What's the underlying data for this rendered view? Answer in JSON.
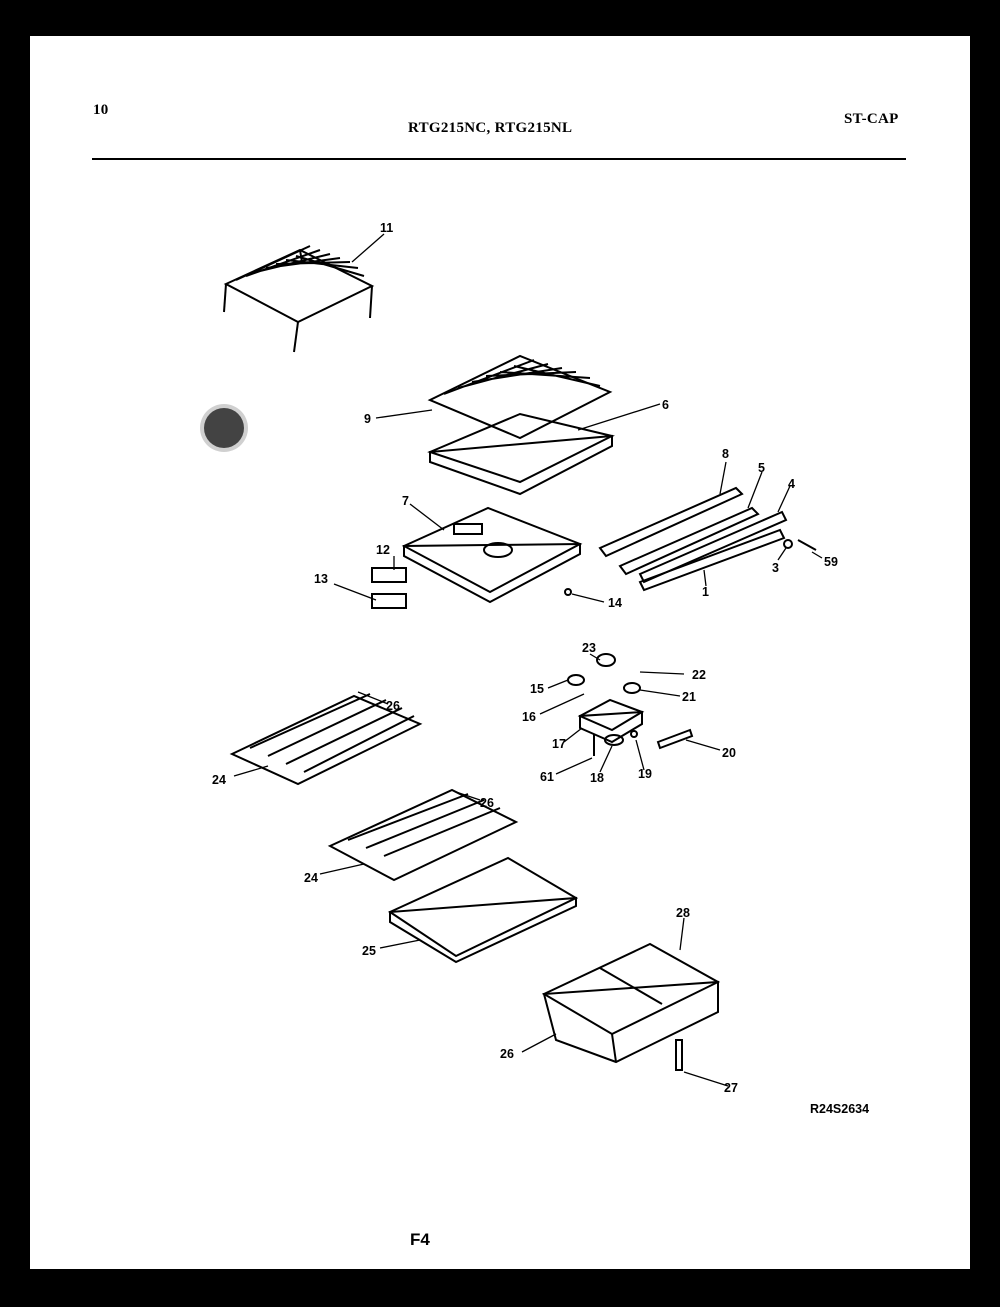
{
  "header": {
    "page_number": "10",
    "models": "RTG215NC, RTG215NL",
    "code": "ST-CAP"
  },
  "diagram": {
    "reference_number": "R24S2634",
    "figure_label": "F4",
    "callouts": {
      "c11": "11",
      "c9": "9",
      "c6a": "6",
      "c8": "8",
      "c5": "5",
      "c4": "4",
      "c7": "7",
      "c12": "12",
      "c13": "13",
      "c14": "14",
      "c3": "3",
      "c59": "59",
      "c1": "1",
      "c23": "23",
      "c22": "22",
      "c15": "15",
      "c21": "21",
      "c16": "16",
      "c17": "17",
      "c20": "20",
      "c61": "61",
      "c18": "18",
      "c19": "19",
      "c26a": "26",
      "c24a": "24",
      "c26b": "26",
      "c24b": "24",
      "c25": "25",
      "c28": "28",
      "c26c": "26",
      "c27": "27"
    }
  },
  "colors": {
    "frame": "#000000",
    "paper": "#ffffff",
    "ink": "#000000"
  }
}
